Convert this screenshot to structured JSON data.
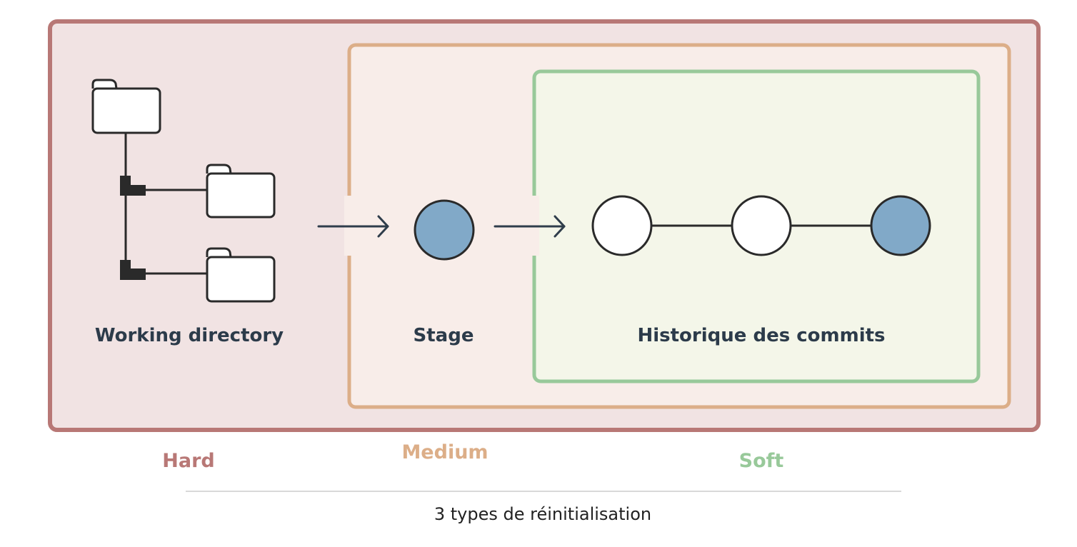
{
  "regions": {
    "hard": {
      "name": "Hard",
      "color": "#b87876",
      "fill": "#f1e3e3"
    },
    "medium": {
      "name": "Medium",
      "color": "#dcae88",
      "fill": "#f8ede9"
    },
    "soft": {
      "name": "Soft",
      "color": "#98c99a",
      "fill": "#f4f6e9"
    }
  },
  "areas": {
    "working_directory": "Working directory",
    "stage": "Stage",
    "commit_history": "Historique des commits"
  },
  "colors": {
    "ink": "#2a2a2a",
    "label": "#2c3b4a",
    "commit_filled": "#81a9c8",
    "commit_empty": "#ffffff",
    "arrow": "#2f3d4b"
  },
  "icons": [
    "folder-icon",
    "arrow-right-icon",
    "commit-node-icon"
  ],
  "caption": "3 types de réinitialisation"
}
